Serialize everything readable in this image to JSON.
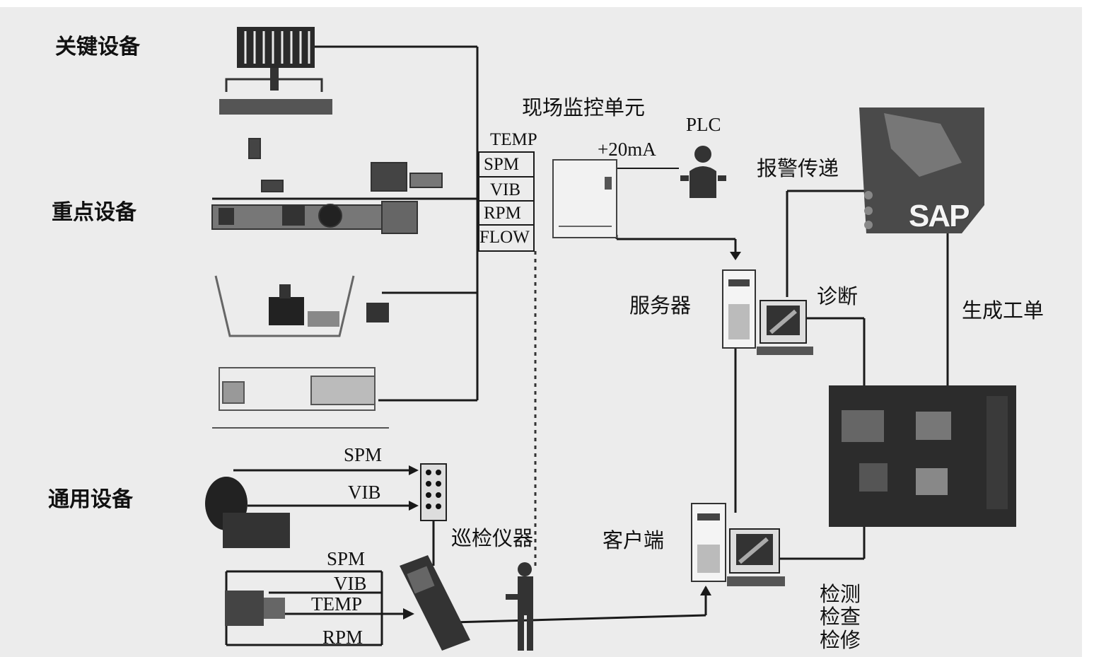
{
  "categories": {
    "critical": "关键设备",
    "key": "重点设备",
    "general": "通用设备"
  },
  "monitor_unit": {
    "title": "现场监控单元",
    "signals": [
      "TEMP",
      "SPM",
      "VIB",
      "RPM",
      "FLOW"
    ],
    "current": "+20mA"
  },
  "plc": "PLC",
  "alarm_transfer": "报警传递",
  "server": "服务器",
  "diagnosis": "诊断",
  "work_order": "生成工单",
  "sap_logo": "SAP",
  "client": "客户端",
  "inspection_instrument": "巡检仪器",
  "maintenance": [
    "检测",
    "检查",
    "检修"
  ],
  "general_signals_top": [
    "SPM",
    "VIB"
  ],
  "general_signals_bottom": [
    "SPM",
    "VIB",
    "TEMP",
    "RPM"
  ]
}
